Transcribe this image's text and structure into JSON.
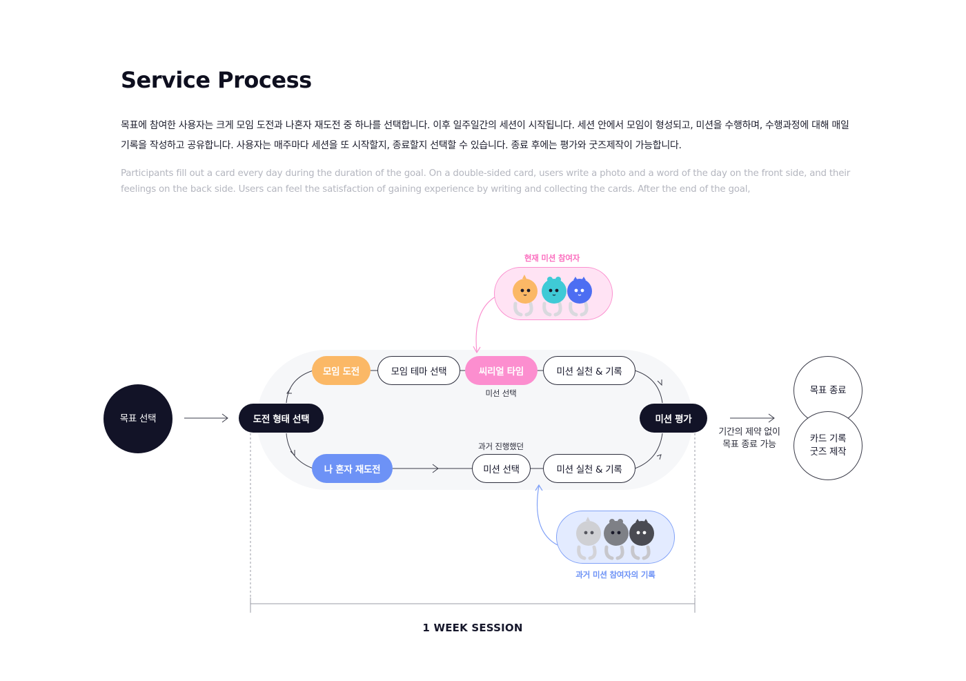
{
  "header": {
    "title": "Service Process",
    "desc_ko": "목표에 참여한 사용자는 크게 모임 도전과 나혼자 재도전 중 하나를 선택합니다. 이후 일주일간의 세션이 시작됩니다. 세션 안에서 모임이 형성되고, 미션을 수행하며, 수행과정에 대해 매일 기록을 작성하고 공유합니다. 사용자는 매주마다 세션을 또 시작할지, 종료할지 선택할 수 있습니다. 종료 후에는 평가와 굿즈제작이 가능합니다.",
    "desc_en": "Participants fill out a card every day during the duration of the goal. On a double-sided card, users write a photo and a word of the day on the front side, and their feelings on the back side. Users can feel the satisfaction of gaining experience by writing and collecting the cards. After the end of the goal,"
  },
  "diagram": {
    "start": "목표 선택",
    "choice": "도전 형태 선택",
    "group_challenge": "모임 도전",
    "group_theme": "모임 테마 선택",
    "cereal_time": "씨리얼 타임",
    "mission_select_note": "미선 선택",
    "practice_record_top": "미션 실천 & 기록",
    "evaluation": "미션 평가",
    "solo_retry": "나 혼자 재도전",
    "past_note": "과거 진행했던",
    "mission_select": "미션 선택",
    "practice_record_bottom": "미션 실천 & 기록",
    "side_note_line1": "기간의 제약 없이",
    "side_note_line2": "목표 종료 가능",
    "end_goal": "목표 종료",
    "card_line1": "카드 기록",
    "card_line2": "굿즈 제작",
    "current_participants": "현재 미션 참여자",
    "past_records": "과거 미션 참여자의 기록",
    "session": "1 WEEK SESSION"
  },
  "colors": {
    "dark": "#121327",
    "orange": "#fbb866",
    "pink": "#fc8ecf",
    "blue": "#6d92f6",
    "track": "#f6f7f9"
  }
}
